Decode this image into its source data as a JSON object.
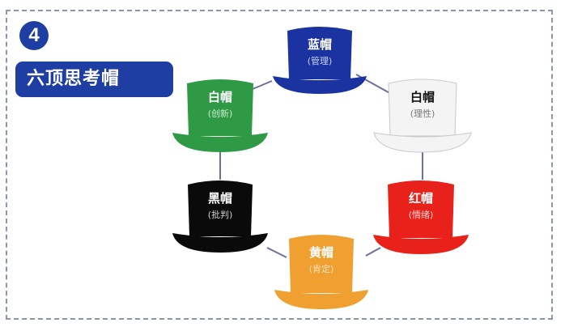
{
  "badge": {
    "number": "4"
  },
  "title": "六顶思考帽",
  "hats": [
    {
      "id": "blue",
      "name": "蓝帽",
      "sub": "(管理)",
      "color": "#1a33a0",
      "text_color": "#ffffff",
      "sub_color": "#c9d2f2"
    },
    {
      "id": "white-right",
      "name": "白帽",
      "sub": "(理性)",
      "color": "#f4f4f4",
      "text_color": "#111111",
      "sub_color": "#777777"
    },
    {
      "id": "red",
      "name": "红帽",
      "sub": "(情绪)",
      "color": "#e8221b",
      "text_color": "#ffffff",
      "sub_color": "#fbd0ce"
    },
    {
      "id": "yellow",
      "name": "黄帽",
      "sub": "(肯定)",
      "color": "#f0a030",
      "text_color": "#ffffff",
      "sub_color": "#fde3bd"
    },
    {
      "id": "black",
      "name": "黑帽",
      "sub": "(批判)",
      "color": "#0a0a0a",
      "text_color": "#ffffff",
      "sub_color": "#cfcfcf"
    },
    {
      "id": "green",
      "name": "白帽",
      "sub": "(创新)",
      "color": "#2f9a45",
      "text_color": "#ffffff",
      "sub_color": "#cdeccf"
    }
  ],
  "connector_color": "#6b6f9a"
}
